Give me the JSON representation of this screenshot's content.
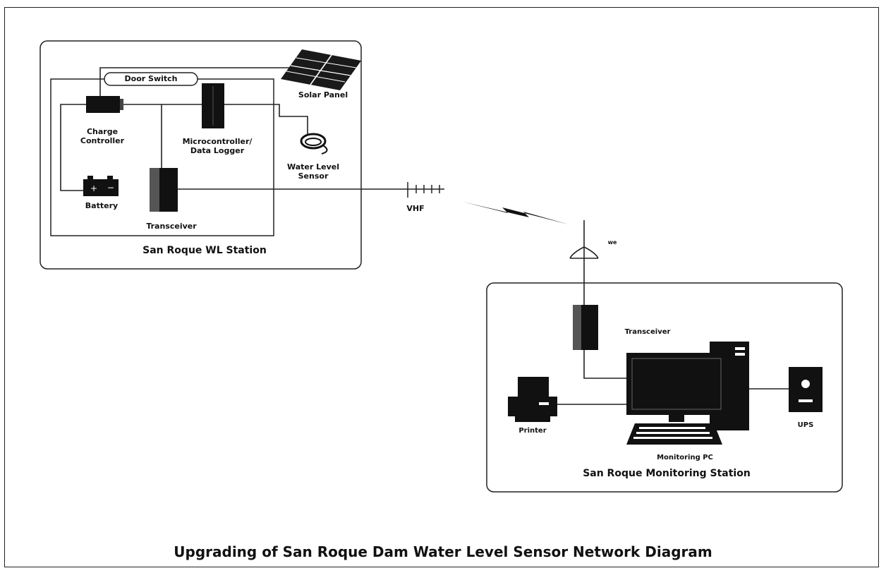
{
  "title": "Upgrading of San Roque Dam Water Level Sensor Network Diagram",
  "wl_station": {
    "name": "San Roque WL Station",
    "door_switch": "Door Switch",
    "solar_panel": "Solar Panel",
    "charge_controller": "Charge\nController",
    "battery": "Battery",
    "microcontroller": "Microcontroller/\nData Logger",
    "water_level_sensor": "Water Level\nSensor",
    "transceiver": "Transceiver"
  },
  "link": {
    "vhf": "VHF",
    "antenna_tag": "we"
  },
  "monitoring_station": {
    "name": "San Roque Monitoring Station",
    "transceiver": "Transceiver",
    "printer": "Printer",
    "monitoring_pc": "Monitoring PC",
    "ups": "UPS"
  }
}
